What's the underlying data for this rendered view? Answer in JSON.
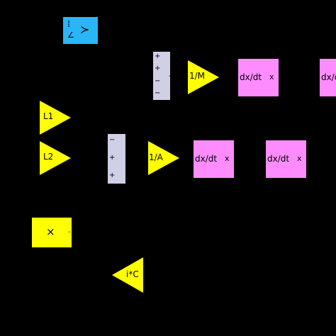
{
  "mux": {
    "glyph_left": "⁞",
    "glyph_right": "≻",
    "glyph_slash": "∠"
  },
  "sum_top": {
    "signs": [
      "+",
      "+",
      "−",
      "−"
    ],
    "port": "-"
  },
  "sum_mid": {
    "signs": [
      "−",
      "+",
      "+"
    ]
  },
  "gains": {
    "inv_m": "1/M",
    "l1": "L1",
    "l2": "L2",
    "inv_a": "1/A",
    "ic": "i*C"
  },
  "derivatives": {
    "top_right_1": {
      "label": "dx/dt",
      "port": "x"
    },
    "top_right_2": {
      "label": "dx/d"
    },
    "mid_1": {
      "label": "dx/dt",
      "port": "x"
    },
    "mid_2": {
      "label": "dx/dt",
      "port": "x"
    }
  },
  "product": {
    "symbol": "×",
    "port": "-"
  },
  "colors": {
    "background": "#000000",
    "gain": "#ffff00",
    "derivative": "#ff8cff",
    "sum": "#cfcfe6",
    "mux": "#29b6f6"
  }
}
